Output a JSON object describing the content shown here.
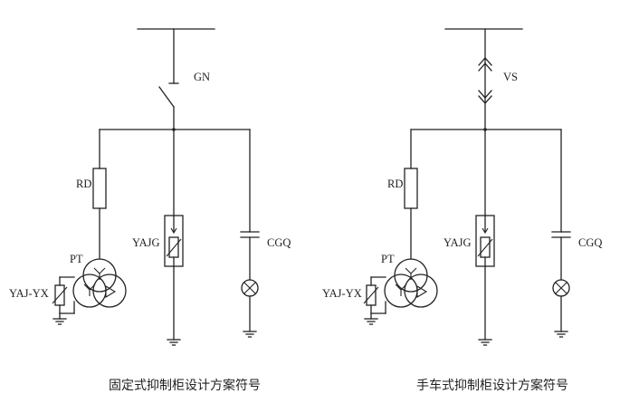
{
  "left": {
    "switch_label": "GN",
    "fuse_label": "RD",
    "transformer_label": "PT",
    "resistor_label": "YAJ-YX",
    "arrester_label": "YAJG",
    "capacitor_label": "CGQ",
    "caption": "固定式抑制柜设计方案符号"
  },
  "right": {
    "breaker_label": "VS",
    "fuse_label": "RD",
    "transformer_label": "PT",
    "resistor_label": "YAJ-YX",
    "arrester_label": "YAJG",
    "capacitor_label": "CGQ",
    "caption": "手车式抑制柜设计方案符号"
  }
}
